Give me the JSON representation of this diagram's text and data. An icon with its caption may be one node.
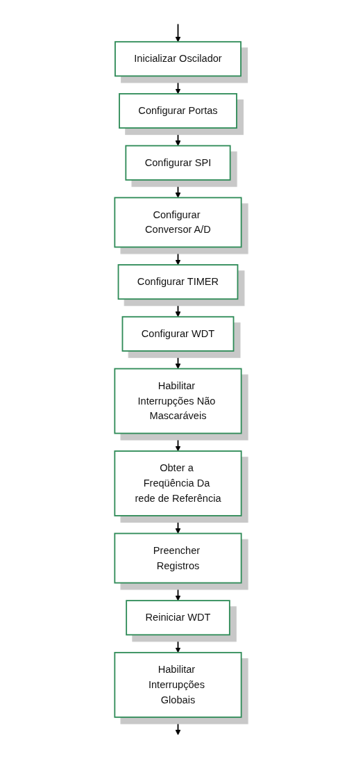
{
  "diagram": {
    "nodes": [
      {
        "text": [
          "Inicializar Oscilador"
        ]
      },
      {
        "text": [
          "Configurar Portas"
        ]
      },
      {
        "text": [
          "Configurar SPI"
        ]
      },
      {
        "text": [
          "Configurar Conversor A/D"
        ]
      },
      {
        "text": [
          "Configurar TIMER"
        ]
      },
      {
        "text": [
          "Configurar WDT"
        ]
      },
      {
        "text": [
          "Habilitar Interrupções Não Mascaráveis"
        ]
      },
      {
        "text": [
          "Obter a Freqüência Da rede de Referência"
        ]
      },
      {
        "text": [
          "Preencher Registros"
        ]
      },
      {
        "text": [
          "Reiniciar WDT"
        ]
      },
      {
        "text": [
          "Habilitar Interrupções Globais"
        ]
      }
    ],
    "edges": [
      {
        "from": null,
        "to": 0,
        "arrow": "to"
      },
      {
        "from": 0,
        "to": 1,
        "arrow": "to"
      },
      {
        "from": 1,
        "to": 2,
        "arrow": "to"
      },
      {
        "from": 2,
        "to": 3,
        "arrow": "to"
      },
      {
        "from": 3,
        "to": 4,
        "arrow": "to"
      },
      {
        "from": 4,
        "to": 5,
        "arrow": "to"
      },
      {
        "from": 5,
        "to": 6,
        "arrow": "to"
      },
      {
        "from": 6,
        "to": 7,
        "arrow": "to"
      },
      {
        "from": 7,
        "to": 8,
        "arrow": "to"
      },
      {
        "from": 8,
        "to": 9,
        "arrow": "to"
      },
      {
        "from": 9,
        "to": 10,
        "arrow": "to"
      },
      {
        "from": 10,
        "to": null,
        "arrow": "to"
      }
    ]
  }
}
